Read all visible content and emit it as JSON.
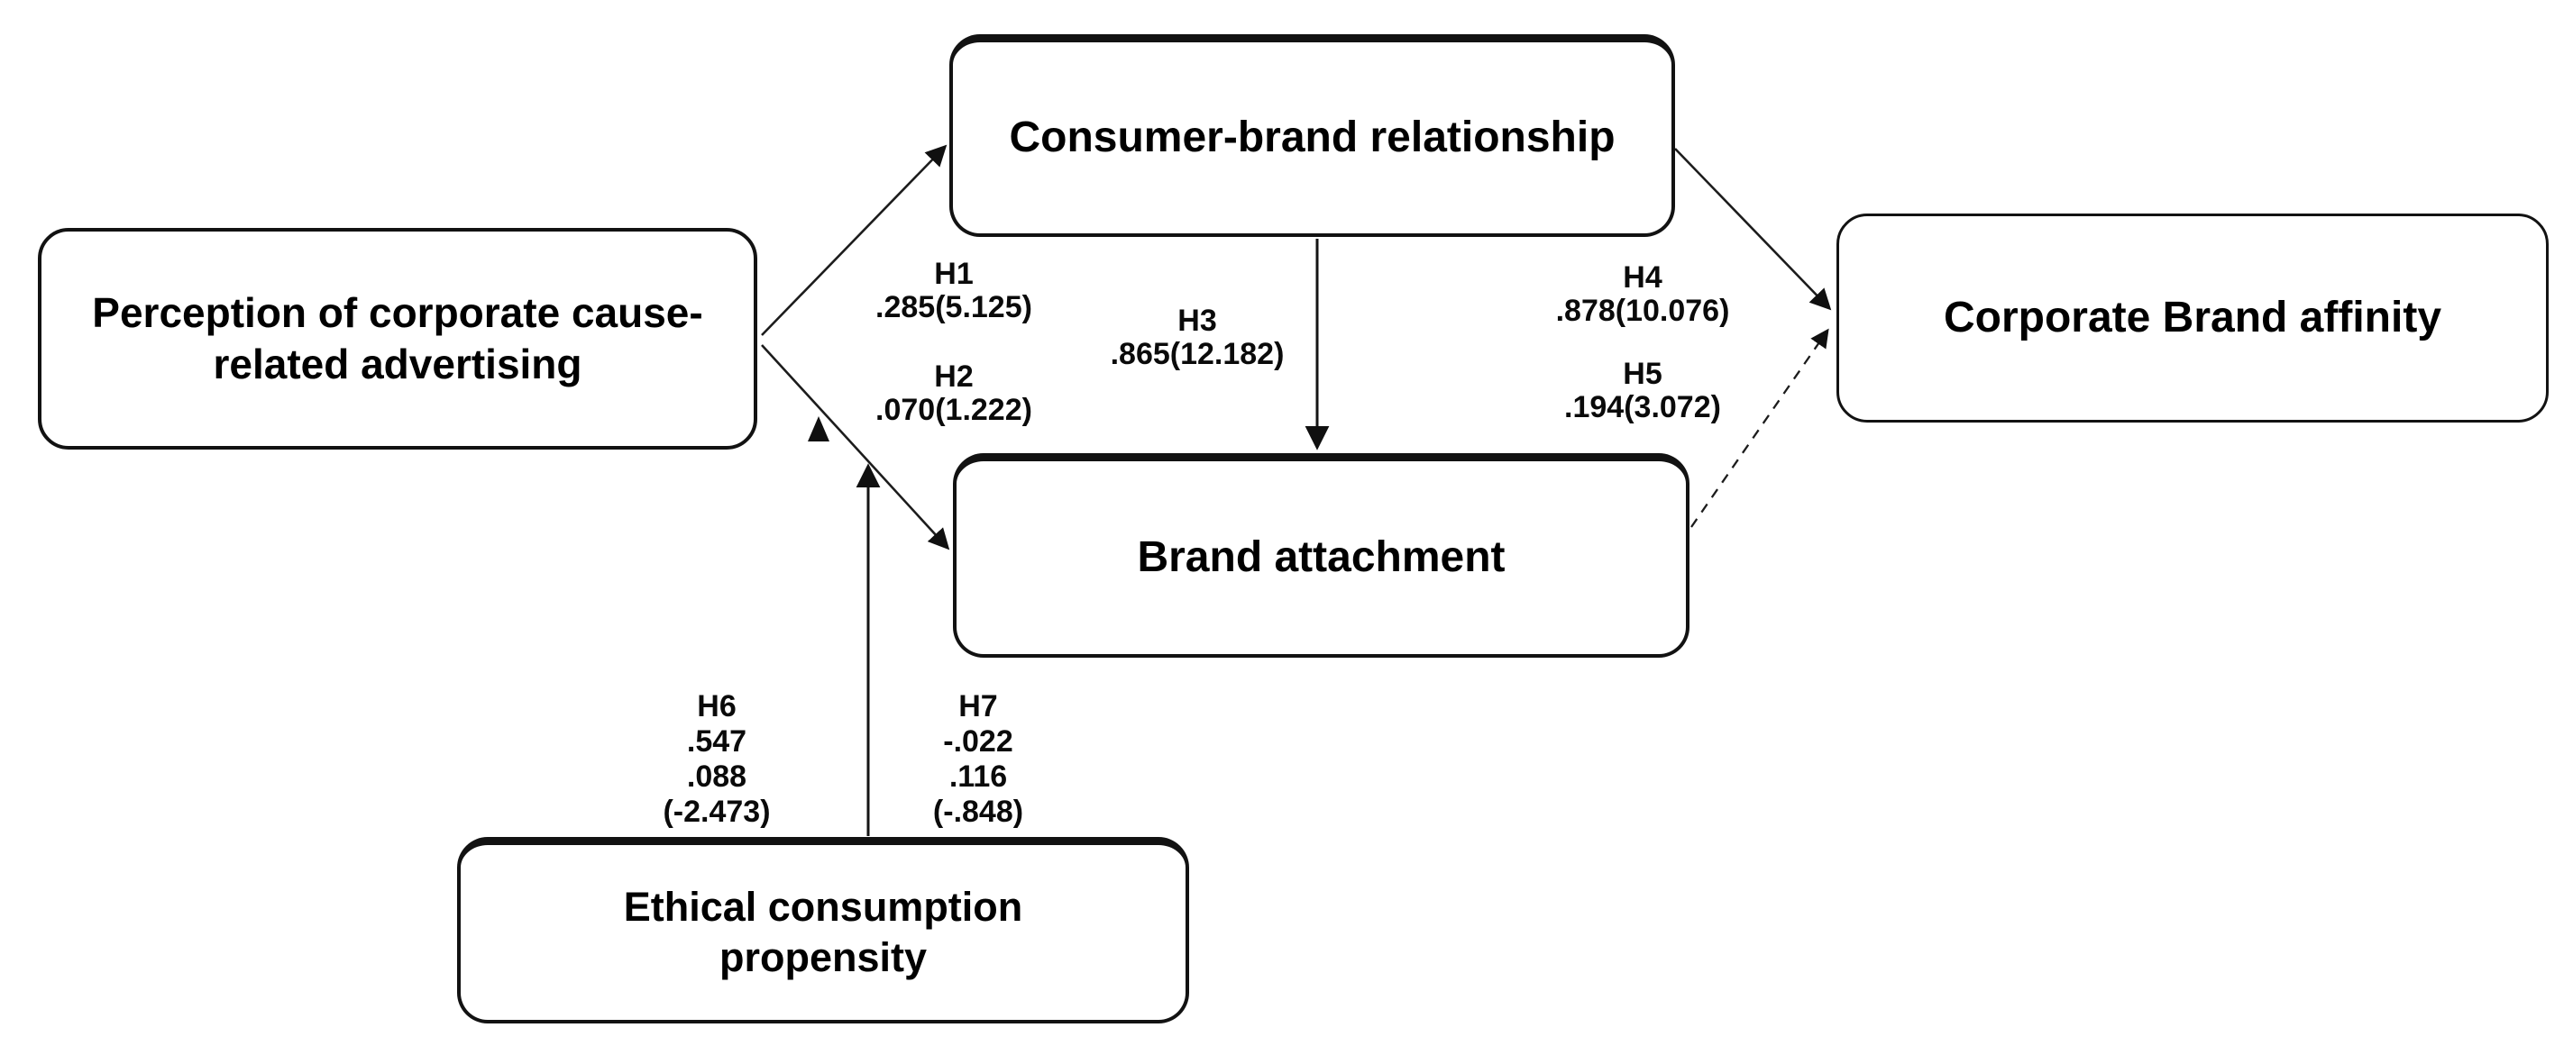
{
  "figure": {
    "colors": {
      "ink": "#111111",
      "background": "#ffffff"
    },
    "boxes": {
      "perception": {
        "label": "Perception of corporate cause-related advertising"
      },
      "consumer_brand": {
        "label": "Consumer-brand relationship"
      },
      "corporate_affinity": {
        "label": "Corporate Brand affinity"
      },
      "brand_attachment": {
        "label": "Brand attachment"
      },
      "ethical": {
        "label": "Ethical consumption propensity"
      }
    },
    "paths": {
      "h1": {
        "id": "H1",
        "value": ".285(5.125)"
      },
      "h2": {
        "id": "H2",
        "value": ".070(1.222)"
      },
      "h3": {
        "id": "H3",
        "value": ".865(12.182)"
      },
      "h4": {
        "id": "H4",
        "value": ".878(10.076)"
      },
      "h5": {
        "id": "H5",
        "value": ".194(3.072)"
      },
      "h6": {
        "id": "H6",
        "values": [
          ".547",
          ".088",
          "(-2.473)"
        ]
      },
      "h7": {
        "id": "H7",
        "values": [
          "-.022",
          ".116",
          "(-.848)"
        ]
      }
    }
  }
}
